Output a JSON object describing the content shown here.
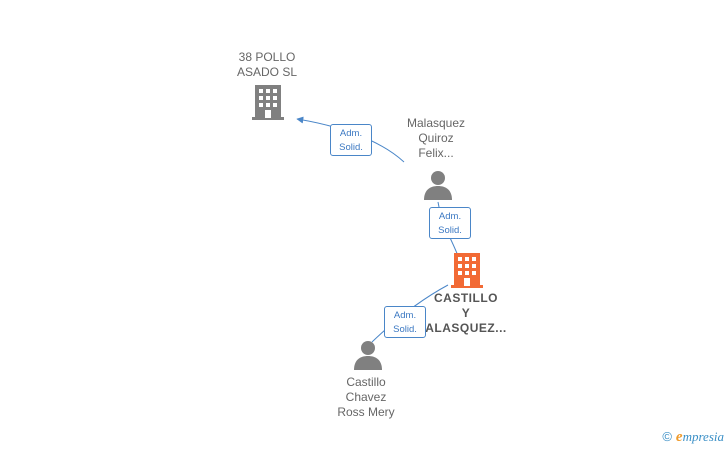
{
  "nodes": {
    "company_top": {
      "lines": [
        "38 POLLO",
        "ASADO  SL"
      ]
    },
    "person_mid": {
      "lines": [
        "Malasquez",
        "Quiroz",
        "Felix..."
      ]
    },
    "company_main": {
      "lines": [
        "CASTILLO",
        "Y",
        "ALASQUEZ..."
      ]
    },
    "person_bottom": {
      "lines": [
        "Castillo",
        "Chavez",
        "Ross Mery"
      ]
    }
  },
  "badges": {
    "top": [
      "Adm.",
      "Solid."
    ],
    "middle": [
      "Adm.",
      "Solid."
    ],
    "bottom": [
      "Adm.",
      "Solid."
    ]
  },
  "colors": {
    "link": "#4a86c8",
    "company": "#808080",
    "company_main": "#f26a35",
    "person": "#808080"
  },
  "watermark": {
    "copyright": "©",
    "brand_first": "e",
    "brand_rest": "mpresia"
  }
}
